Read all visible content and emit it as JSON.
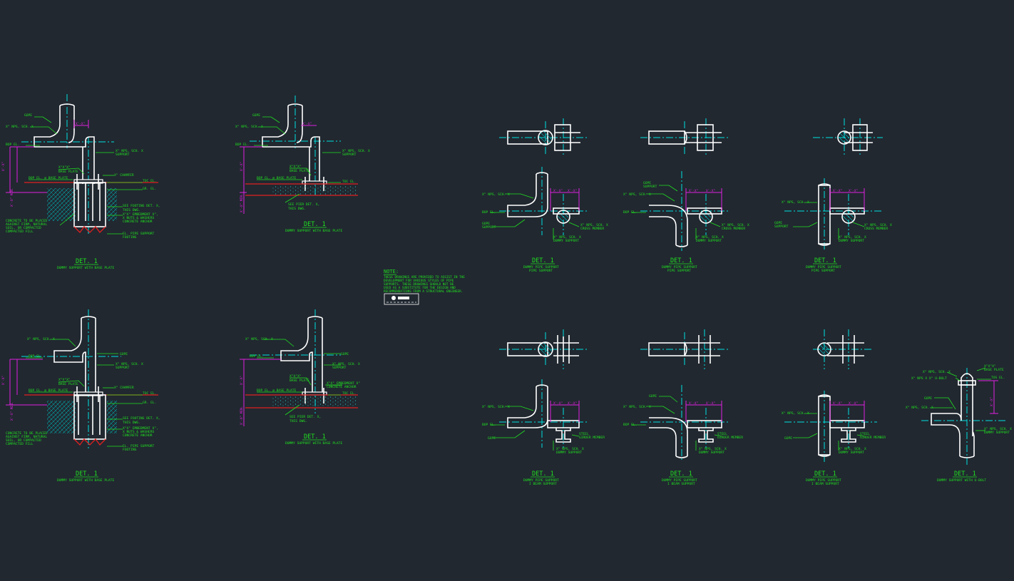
{
  "drawing": {
    "background": "#212830",
    "colors": {
      "pipe": "#ffffff",
      "centerline": "#00e0e0",
      "dimension": "#e020e0",
      "text": "#20e020",
      "grade": "#e02020"
    },
    "note": {
      "title": "NOTE:",
      "lines": [
        "THESE DRAWINGS ARE PROVIDED TO ASSIST IN THE",
        "DEVELOPMENT FOR VARIOUS STYLES OF PIPE",
        "SUPPORTS. THESE DRAWINGS SHOULD NOT BE",
        "USED AS A SUBSTITUTE FOR THE DESIGN AND",
        "RECOMMENDATIONS FROM A STRUCTURAL ENGINEER."
      ]
    },
    "details": {
      "d1": {
        "title": "DET. 1",
        "subtitle": "DUMMY SUPPORT WITH BASE PLATE",
        "labels": {
          "gope": "GOPE",
          "nps": "X\" NPS, SCH. X",
          "bop": "BOP EL.",
          "support": "X\" NPS, SCH. X",
          "support2": "SUPPORT",
          "baseplate": "X\"X\"X\"",
          "baseplate2": "BASE PLATE",
          "bopbp": "BOP EL. @ BASE PLATE",
          "chamfer": "X\" CHAMFER",
          "toc": "TOC EL.",
          "gr": "GR. EL.",
          "footing": "SEE FOOTING DET. X,",
          "footing2": "THIS DWG.",
          "concrete": "CONCRETE TO BE PLACED",
          "concrete2": "AGAINST FIRM, NATURAL",
          "concrete3": "SOIL, OR COMPACTED",
          "concrete4": "COMPACTED FILL",
          "embed": "X\"X\"  EMBEDMENT X\",",
          "embed2": "X NUTS & WASHERS",
          "embed3": "CONCRETE ANCHOR",
          "el": "EL. PIPE SUPPORT",
          "el2": "FOOTING"
        }
      },
      "d2": {
        "title": "DET. 1",
        "subtitle": "DUMMY SUPPORT WITH BASE PLATE",
        "labels": {
          "gope": "GOPE",
          "nps": "X\" NPS, SCH. X",
          "bop": "BOP EL.",
          "support": "X\" NPS, SCH. X",
          "support2": "SUPPORT",
          "baseplate": "X\"X\"X\"",
          "baseplate2": "BASE PLATE",
          "bopbp": "BOP EL. @ BASE PLATE",
          "toc": "TOC EL.",
          "pier": "SEE PIER DET. X,",
          "pier2": "THIS DWG."
        }
      },
      "d3": {
        "title": "DET. 1",
        "subtitle": "DUMMY SUPPORT WITH BASE PLATE",
        "labels": {
          "gope": "GOPE",
          "nps": "X\" NPS, SCH. X",
          "bop": "BOP EL.",
          "support": "X\" NPS, SCH. X",
          "support2": "SUPPORT",
          "baseplate": "X\"X\"X\"",
          "baseplate2": "BASE PLATE",
          "bopbp": "BOP EL. @ BASE PLATE",
          "chamfer": "X\" CHAMFER",
          "toc": "TOC EL.",
          "gr": "GR. EL.",
          "footing": "SEE FOOTING DET. X,",
          "footing2": "THIS DWG.",
          "concrete": "CONCRETE TO BE PLACED",
          "concrete2": "AGAINST FIRM, NATURAL",
          "concrete3": "SOIL, OR COMPACTED",
          "concrete4": "COMPACTED FILL",
          "embed": "X\"X\"  EMBEDMENT X\",",
          "embed2": "X NUTS & WASHERS",
          "embed3": "CONCRETE ANCHOR",
          "el": "EL. PIPE SUPPORT",
          "el2": "FOOTING"
        }
      },
      "d4": {
        "title": "DET. 1",
        "subtitle": "DUMMY SUPPORT WITH BASE PLATE",
        "labels": {
          "gope": "GOPE",
          "nps": "X\" NPS, SCH. X",
          "bop": "BOP EL.",
          "support": "X\" NPS, SCH. X",
          "support2": "SUPPORT",
          "baseplate": "X\"X\"X\"",
          "baseplate2": "BASE PLATE",
          "bopbp": "BOP EL. @ BASE PLATE",
          "embed": "X\"X\"  EMBEDMENT X\"",
          "embed2": "CONCRETE ANCHOR",
          "toc": "TOC EL.",
          "pier": "SEE PIER DET. X,",
          "pier2": "THIS DWG."
        }
      },
      "d5": {
        "title": "DET. 1",
        "subtitle": "DUMMY PIPE SUPPORT",
        "subtitle2": "PIPE SUPPORT",
        "labels": {
          "nps": "X\" NPS, SCH. X",
          "bop": "BOP EL.",
          "gope": "GOPE",
          "gope2": "SUPPORT",
          "cross": "X\" NPS, SCH. X",
          "cross2": "CROSS MEMBER",
          "dummy": "X\" NPS, SCH. X",
          "dummy2": "DUMMY SUPPORT"
        }
      },
      "d6": {
        "title": "DET. 1",
        "subtitle": "DUMMY PIPE SUPPORT",
        "subtitle2": "PIPE SUPPORT",
        "labels": {
          "gope": "GOPE",
          "gope2": "SUPPORT",
          "nps": "X\" NPS, SCH. X",
          "bop": "BOP EL.",
          "cross": "X\" NPS, SCH. X",
          "cross2": "CROSS MEMBER",
          "dummy": "X\" NPS, SCH. X",
          "dummy2": "DUMMY SUPPORT"
        }
      },
      "d7": {
        "title": "DET. 1",
        "subtitle": "DUMMY PIPE SUPPORT",
        "subtitle2": "PIPE SUPPORT",
        "labels": {
          "nps": "X\" NPS, SCH. X",
          "gope": "GOPE",
          "gope2": "SUPPORT",
          "cross": "X\" NPS, SCH. X",
          "cross2": "CROSS MEMBER",
          "dummy": "X\" NPS, SCH. X",
          "dummy2": "DUMMY SUPPORT"
        }
      },
      "d8": {
        "title": "DET. 1",
        "subtitle": "DUMMY PIPE SUPPORT",
        "subtitle2": "I BEAM SUPPORT",
        "labels": {
          "nps": "X\" NPS, SCH. X",
          "bop": "BOP EL.",
          "gope": "GOPE",
          "steel": "STEEL",
          "steel2": "GIRDER MEMBER",
          "dummy": "X\" NPS, SCH. X",
          "dummy2": "DUMMY SUPPORT"
        }
      },
      "d9": {
        "title": "DET. 1",
        "subtitle": "DUMMY PIPE SUPPORT",
        "subtitle2": "I BEAM SUPPORT",
        "labels": {
          "gope": "GOPE",
          "nps": "X\" NPS, SCH. X",
          "bop": "BOP EL.",
          "steel": "STEEL",
          "steel2": "GIRDER MEMBER",
          "dummy": "X\" NPS, SCH. X",
          "dummy2": "DUMMY SUPPORT"
        }
      },
      "d10": {
        "title": "DET. 1",
        "subtitle": "DUMMY PIPE SUPPORT",
        "subtitle2": "I BEAM SUPPORT",
        "labels": {
          "nps": "X\" NPS, SCH. X",
          "gope": "GOPE",
          "steel": "STEEL",
          "steel2": "GIRDER MEMBER",
          "dummy": "X\" NPS, SCH. X",
          "dummy2": "DUMMY SUPPORT"
        }
      },
      "d11": {
        "title": "DET. 1",
        "subtitle": "DUMMY SUPPORT WITH U-BOLT",
        "labels": {
          "nps": "X\" NPS, SCH. X",
          "ubolt": "X\" NPS X X\" U-BOLT",
          "baseplate": "X\"X\"X\"",
          "baseplate2": "BASE PLATE",
          "toc": "TOS EL.",
          "gope": "GOPE",
          "nps2": "X\" NPS, SCH. X",
          "support": "X\" NPS, SCH. X",
          "support2": "DUMMY SUPPORT"
        }
      }
    }
  }
}
